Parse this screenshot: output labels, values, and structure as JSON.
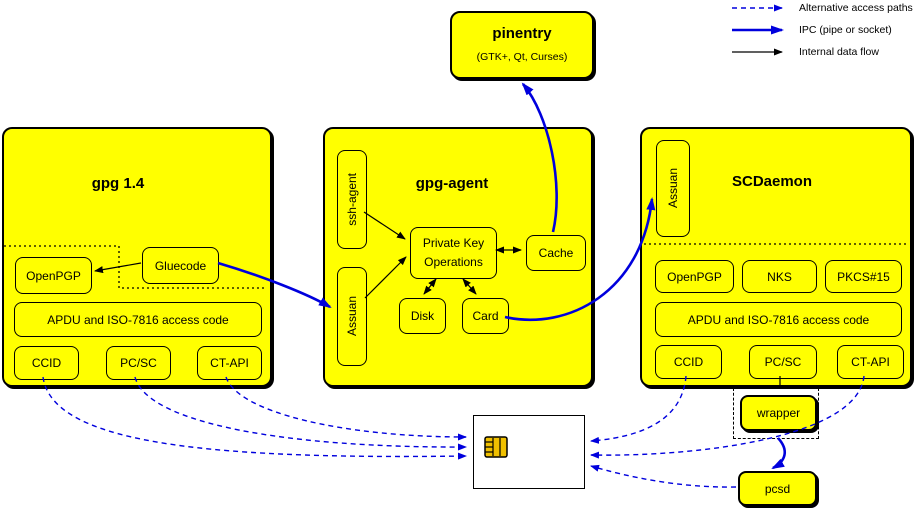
{
  "colors": {
    "box_fill": "#ffff00",
    "ipc_blue": "#0000dd",
    "line_black": "#000000",
    "card_fill": "#ffffff",
    "chip_gold": "#f0c000"
  },
  "legend": {
    "alt": "Alternative access paths",
    "ipc": "IPC (pipe or socket)",
    "internal": "Internal data flow"
  },
  "pinentry": {
    "title": "pinentry",
    "subtitle": "(GTK+, Qt, Curses)"
  },
  "gpg14": {
    "title": "gpg 1.4",
    "gluecode": "Gluecode",
    "openpgp": "OpenPGP",
    "apdu": "APDU and ISO-7816 access code",
    "ccid": "CCID",
    "pcsc": "PC/SC",
    "ctapi": "CT-API"
  },
  "gpgagent": {
    "title": "gpg-agent",
    "sshagent": "ssh-agent",
    "assuan": "Assuan",
    "pko1": "Private Key",
    "pko2": "Operations",
    "cache": "Cache",
    "disk": "Disk",
    "card": "Card"
  },
  "scdaemon": {
    "title": "SCDaemon",
    "assuan": "Assuan",
    "openpgp": "OpenPGP",
    "nks": "NKS",
    "pkcs15": "PKCS#15",
    "apdu": "APDU and ISO-7816 access code",
    "ccid": "CCID",
    "pcsc": "PC/SC",
    "ctapi": "CT-API"
  },
  "external": {
    "wrapper": "wrapper",
    "pcsd": "pcsd"
  }
}
